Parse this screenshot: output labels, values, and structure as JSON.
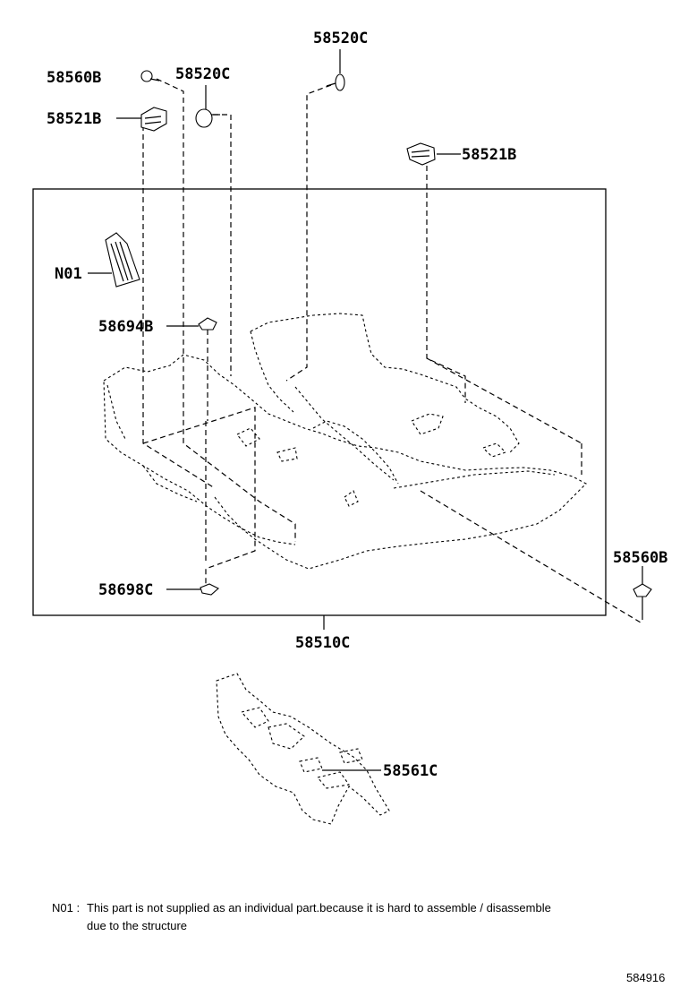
{
  "labels": {
    "l58520c_top": "58520C",
    "l58560b_left": "58560B",
    "l58520c_left": "58520C",
    "l58521b_left": "58521B",
    "l58521b_right": "58521B",
    "ln01": "N01",
    "l58694b": "58694B",
    "l58698c": "58698C",
    "l58560b_right": "58560B",
    "l58510c": "58510C",
    "l58561c": "58561C"
  },
  "note": {
    "prefix": "N01 :",
    "line1": "This part is not supplied as an individual part.because it is hard to assemble / disassemble",
    "line2": "due to the structure"
  },
  "diagram_id": "584916"
}
